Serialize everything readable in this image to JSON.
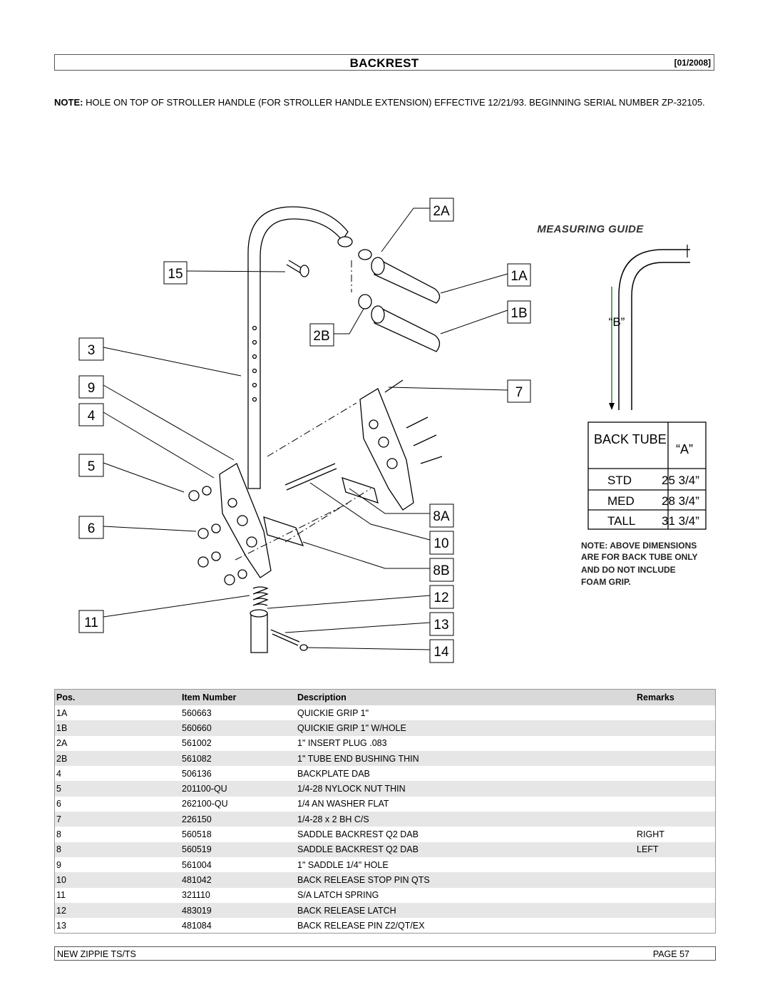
{
  "header": {
    "title": "BACKREST",
    "date": "[01/2008]"
  },
  "note": {
    "label": "NOTE:",
    "text": "HOLE ON TOP OF STROLLER HANDLE (FOR STROLLER HANDLE EXTENSION) EFFECTIVE 12/21/93. BEGINNING SERIAL NUMBER ZP-32105."
  },
  "diagram": {
    "callouts": [
      "2A",
      "15",
      "1A",
      "1B",
      "2B",
      "3",
      "9",
      "4",
      "5",
      "7",
      "6",
      "8A",
      "10",
      "8B",
      "12",
      "11",
      "13",
      "14"
    ],
    "measuring_guide": {
      "title": "MEASURING GUIDE",
      "b_label": "“B”",
      "table": {
        "head_col1": "BACK TUBE",
        "head_col2": "“A”",
        "rows": [
          {
            "size": "STD",
            "value": "25 3/4”"
          },
          {
            "size": "MED",
            "value": "28 3/4”"
          },
          {
            "size": "TALL",
            "value": "31 3/4”"
          }
        ]
      },
      "note_label": "NOTE:",
      "note_lines": [
        "ABOVE DIMENSIONS",
        "ARE FOR BACK TUBE ONLY",
        "AND DO NOT INCLUDE",
        "FOAM GRIP."
      ]
    }
  },
  "parts_table": {
    "headers": {
      "pos": "Pos.",
      "item": "Item Number",
      "desc": "Description",
      "remarks": "Remarks"
    },
    "rows": [
      {
        "pos": "1A",
        "item": "560663",
        "desc": "QUICKIE GRIP 1\"",
        "remarks": ""
      },
      {
        "pos": "1B",
        "item": "560660",
        "desc": "QUICKIE GRIP 1\" W/HOLE",
        "remarks": ""
      },
      {
        "pos": "2A",
        "item": "561002",
        "desc": "1\" INSERT PLUG .083",
        "remarks": ""
      },
      {
        "pos": "2B",
        "item": "561082",
        "desc": "1\" TUBE END BUSHING THIN",
        "remarks": ""
      },
      {
        "pos": "4",
        "item": "506136",
        "desc": "BACKPLATE DAB",
        "remarks": ""
      },
      {
        "pos": "5",
        "item": "201100-QU",
        "desc": "1/4-28 NYLOCK NUT THIN",
        "remarks": ""
      },
      {
        "pos": "6",
        "item": "262100-QU",
        "desc": "1/4 AN WASHER FLAT",
        "remarks": ""
      },
      {
        "pos": "7",
        "item": "226150",
        "desc": "1/4-28 x 2 BH C/S",
        "remarks": ""
      },
      {
        "pos": "8",
        "item": "560518",
        "desc": "SADDLE BACKREST Q2 DAB",
        "remarks": "RIGHT"
      },
      {
        "pos": "8",
        "item": "560519",
        "desc": "SADDLE BACKREST Q2 DAB",
        "remarks": "LEFT"
      },
      {
        "pos": "9",
        "item": "561004",
        "desc": "1\" SADDLE 1/4\" HOLE",
        "remarks": ""
      },
      {
        "pos": "10",
        "item": "481042",
        "desc": "BACK RELEASE STOP PIN QTS",
        "remarks": ""
      },
      {
        "pos": "11",
        "item": "321110",
        "desc": "S/A LATCH SPRING",
        "remarks": ""
      },
      {
        "pos": "12",
        "item": "483019",
        "desc": "BACK RELEASE LATCH",
        "remarks": ""
      },
      {
        "pos": "13",
        "item": "481084",
        "desc": "BACK RELEASE PIN Z2/QT/EX",
        "remarks": ""
      }
    ]
  },
  "footer": {
    "left": "NEW ZIPPIE TS/TS",
    "right": "PAGE 57"
  }
}
